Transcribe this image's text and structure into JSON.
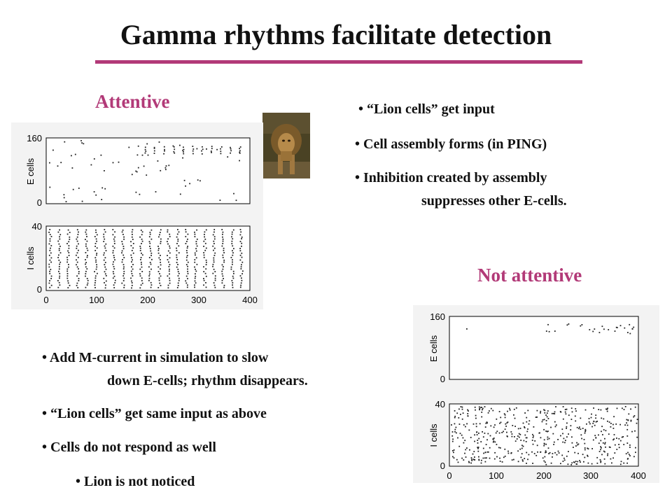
{
  "slide": {
    "title": "Gamma rhythms facilitate detection",
    "attentive_label": "Attentive",
    "not_attentive_label": "Not attentive",
    "colors": {
      "accent": "#b23a78",
      "text": "#111111"
    },
    "top_bullets": [
      "• “Lion cells” get input",
      "• Cell assembly forms (in PING)",
      "• Inhibition created by assembly",
      "suppresses other E-cells."
    ],
    "bottom_bullets": [
      "• Add M-current in simulation to slow",
      "down E-cells; rhythm disappears.",
      "• “Lion cells” get same input as above",
      "• Cells do not respond as well",
      "• Lion is not noticed"
    ],
    "lion_image": "lion-photo"
  },
  "plots": {
    "x_ticks": [
      "0",
      "100",
      "200",
      "300",
      "400"
    ],
    "e_ticks": [
      "160",
      "0"
    ],
    "i_ticks": [
      "40",
      "0"
    ],
    "e_ylabel": "E   cells",
    "i_ylabel": "I   cells"
  }
}
